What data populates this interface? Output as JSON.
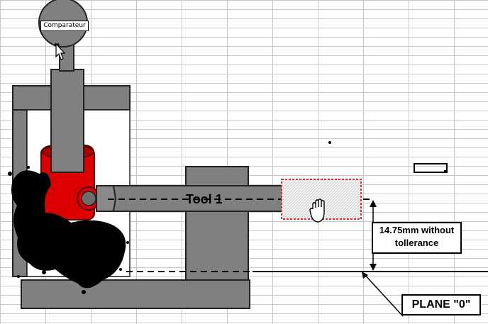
{
  "comparator": {
    "label": "Comparateur"
  },
  "tool": {
    "label": "Tool 1"
  },
  "dimension": {
    "label_line1": "14.75mm without",
    "label_line2": "tollerance"
  },
  "plane": {
    "label": "PLANE \"0\""
  },
  "colors": {
    "machine_gray": "#808080",
    "frame_dark": "#3a3a3a",
    "clamp_red": "#dd0000",
    "gridline": "#c8c8c8",
    "selection_red": "#e03030"
  },
  "icons": {
    "cursor": "arrow-move-cursor-icon",
    "hand": "hand-grab-icon"
  }
}
